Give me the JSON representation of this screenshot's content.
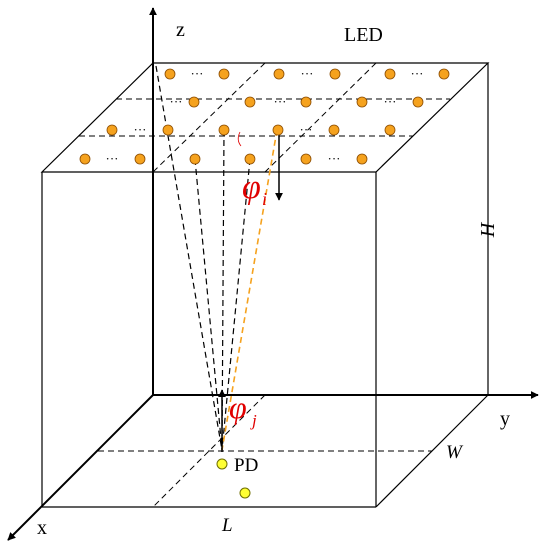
{
  "labels": {
    "z_axis": "z",
    "y_axis": "y",
    "x_axis": "x",
    "led": "LED",
    "height": "H",
    "width": "W",
    "length": "L",
    "photodiode": "PD",
    "phi_i_symbol": "φ",
    "phi_i_subscript": "i",
    "phi_j_symbol": "φ",
    "phi_j_subscript": "j",
    "ellipsis": "···"
  },
  "colors": {
    "led_fill": "#f5a21e",
    "led_stroke": "#8a4b00",
    "pd_fill": "#ffff33",
    "pd_stroke": "#6e6e00",
    "angle_red": "#e00000",
    "ray_orange": "#f5a21e"
  }
}
